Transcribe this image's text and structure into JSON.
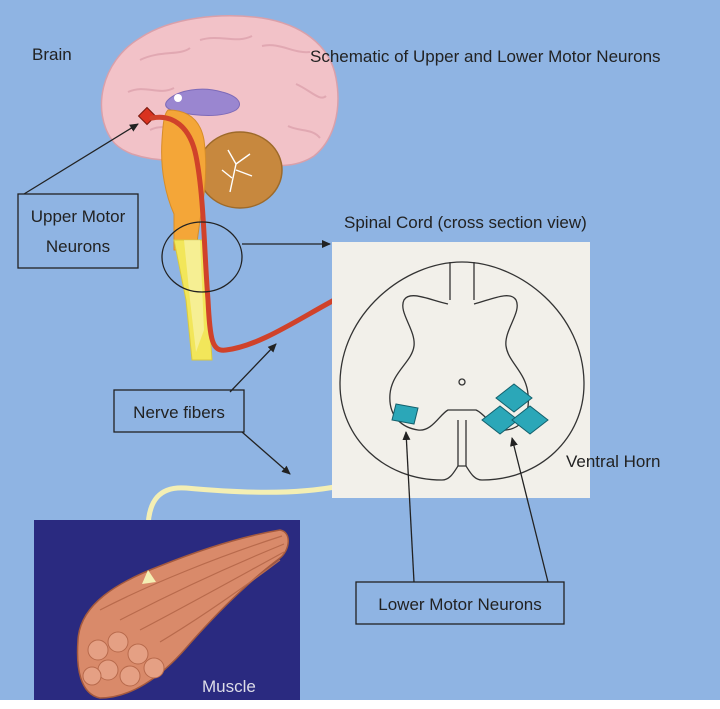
{
  "title": "Schematic of Upper and Lower Motor Neurons",
  "labels": {
    "brain": "Brain",
    "upper_motor_neurons_line1": "Upper Motor",
    "upper_motor_neurons_line2": "Neurons",
    "spinal_cord": "Spinal Cord (cross section view)",
    "nerve_fibers": "Nerve fibers",
    "ventral_horn": "Ventral Horn",
    "lower_motor_neurons": "Lower Motor Neurons",
    "muscle": "Muscle"
  },
  "colors": {
    "background": "#8fb4e3",
    "brain": "#f2c2c8",
    "cerebellum": "#c7883e",
    "brainstem": "#f4a638",
    "spinal_column": "#f2e65a",
    "upper_fiber": "#d0422a",
    "lower_fiber": "#f4efb4",
    "neuron": "#2ba7b8",
    "muscle_panel": "#2a2a80",
    "muscle": "#d98a6a",
    "cord_panel": "#f2f0ea"
  }
}
